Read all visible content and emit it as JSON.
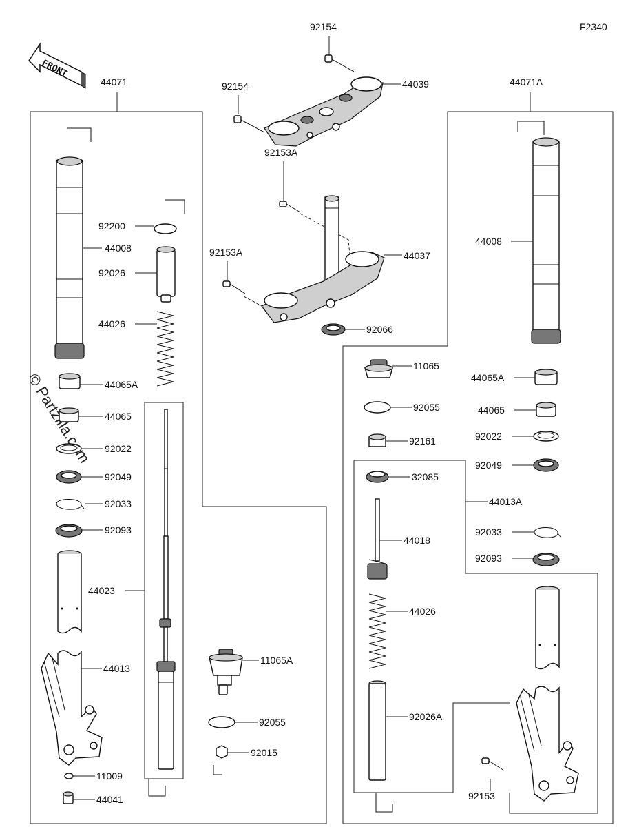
{
  "diagram_code": "F2340",
  "watermark": "© Partzilla.com",
  "front_arrow": "FRONT",
  "labels": {
    "p92154_top": "92154",
    "p92154_left": "92154",
    "p44039": "44039",
    "p44071": "44071",
    "p44071A": "44071A",
    "p92153A_top": "92153A",
    "p92153A_left": "92153A",
    "p44037": "44037",
    "p92066": "92066",
    "p92200": "92200",
    "p44008_left": "44008",
    "p44008_right": "44008",
    "p92026": "92026",
    "p44026_left": "44026",
    "p44026_right": "44026",
    "p44065A_left": "44065A",
    "p44065A_right": "44065A",
    "p44065_left": "44065",
    "p44065_right": "44065",
    "p92022_left": "92022",
    "p92022_right": "92022",
    "p92049_left": "92049",
    "p92049_right": "92049",
    "p92033_left": "92033",
    "p92033_right": "92033",
    "p92093_left": "92093",
    "p92093_right": "92093",
    "p44023": "44023",
    "p44013": "44013",
    "p44013A": "44013A",
    "p11009": "11009",
    "p44041": "44041",
    "p11065A": "11065A",
    "p92055_left": "92055",
    "p92055_right": "92055",
    "p92015": "92015",
    "p11065": "11065",
    "p92161": "92161",
    "p32085": "32085",
    "p44018": "44018",
    "p92026A": "92026A",
    "p92153": "92153"
  }
}
